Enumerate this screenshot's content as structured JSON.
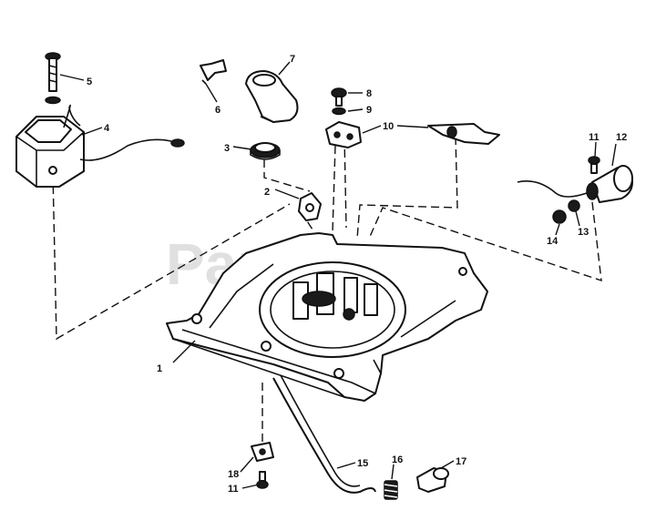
{
  "watermark": "PartsTree",
  "callouts": {
    "c1": "1",
    "c2": "2",
    "c3": "3",
    "c4": "4",
    "c5": "5",
    "c6": "6",
    "c7": "7",
    "c8": "8",
    "c9": "9",
    "c10": "10",
    "c11a": "11",
    "c12": "12",
    "c13": "13",
    "c14": "14",
    "c15": "15",
    "c16": "16",
    "c17": "17",
    "c18": "18",
    "c11b": "11"
  },
  "colors": {
    "ink": "#111111",
    "paper": "#ffffff",
    "watermark": "#c8c8c8"
  }
}
